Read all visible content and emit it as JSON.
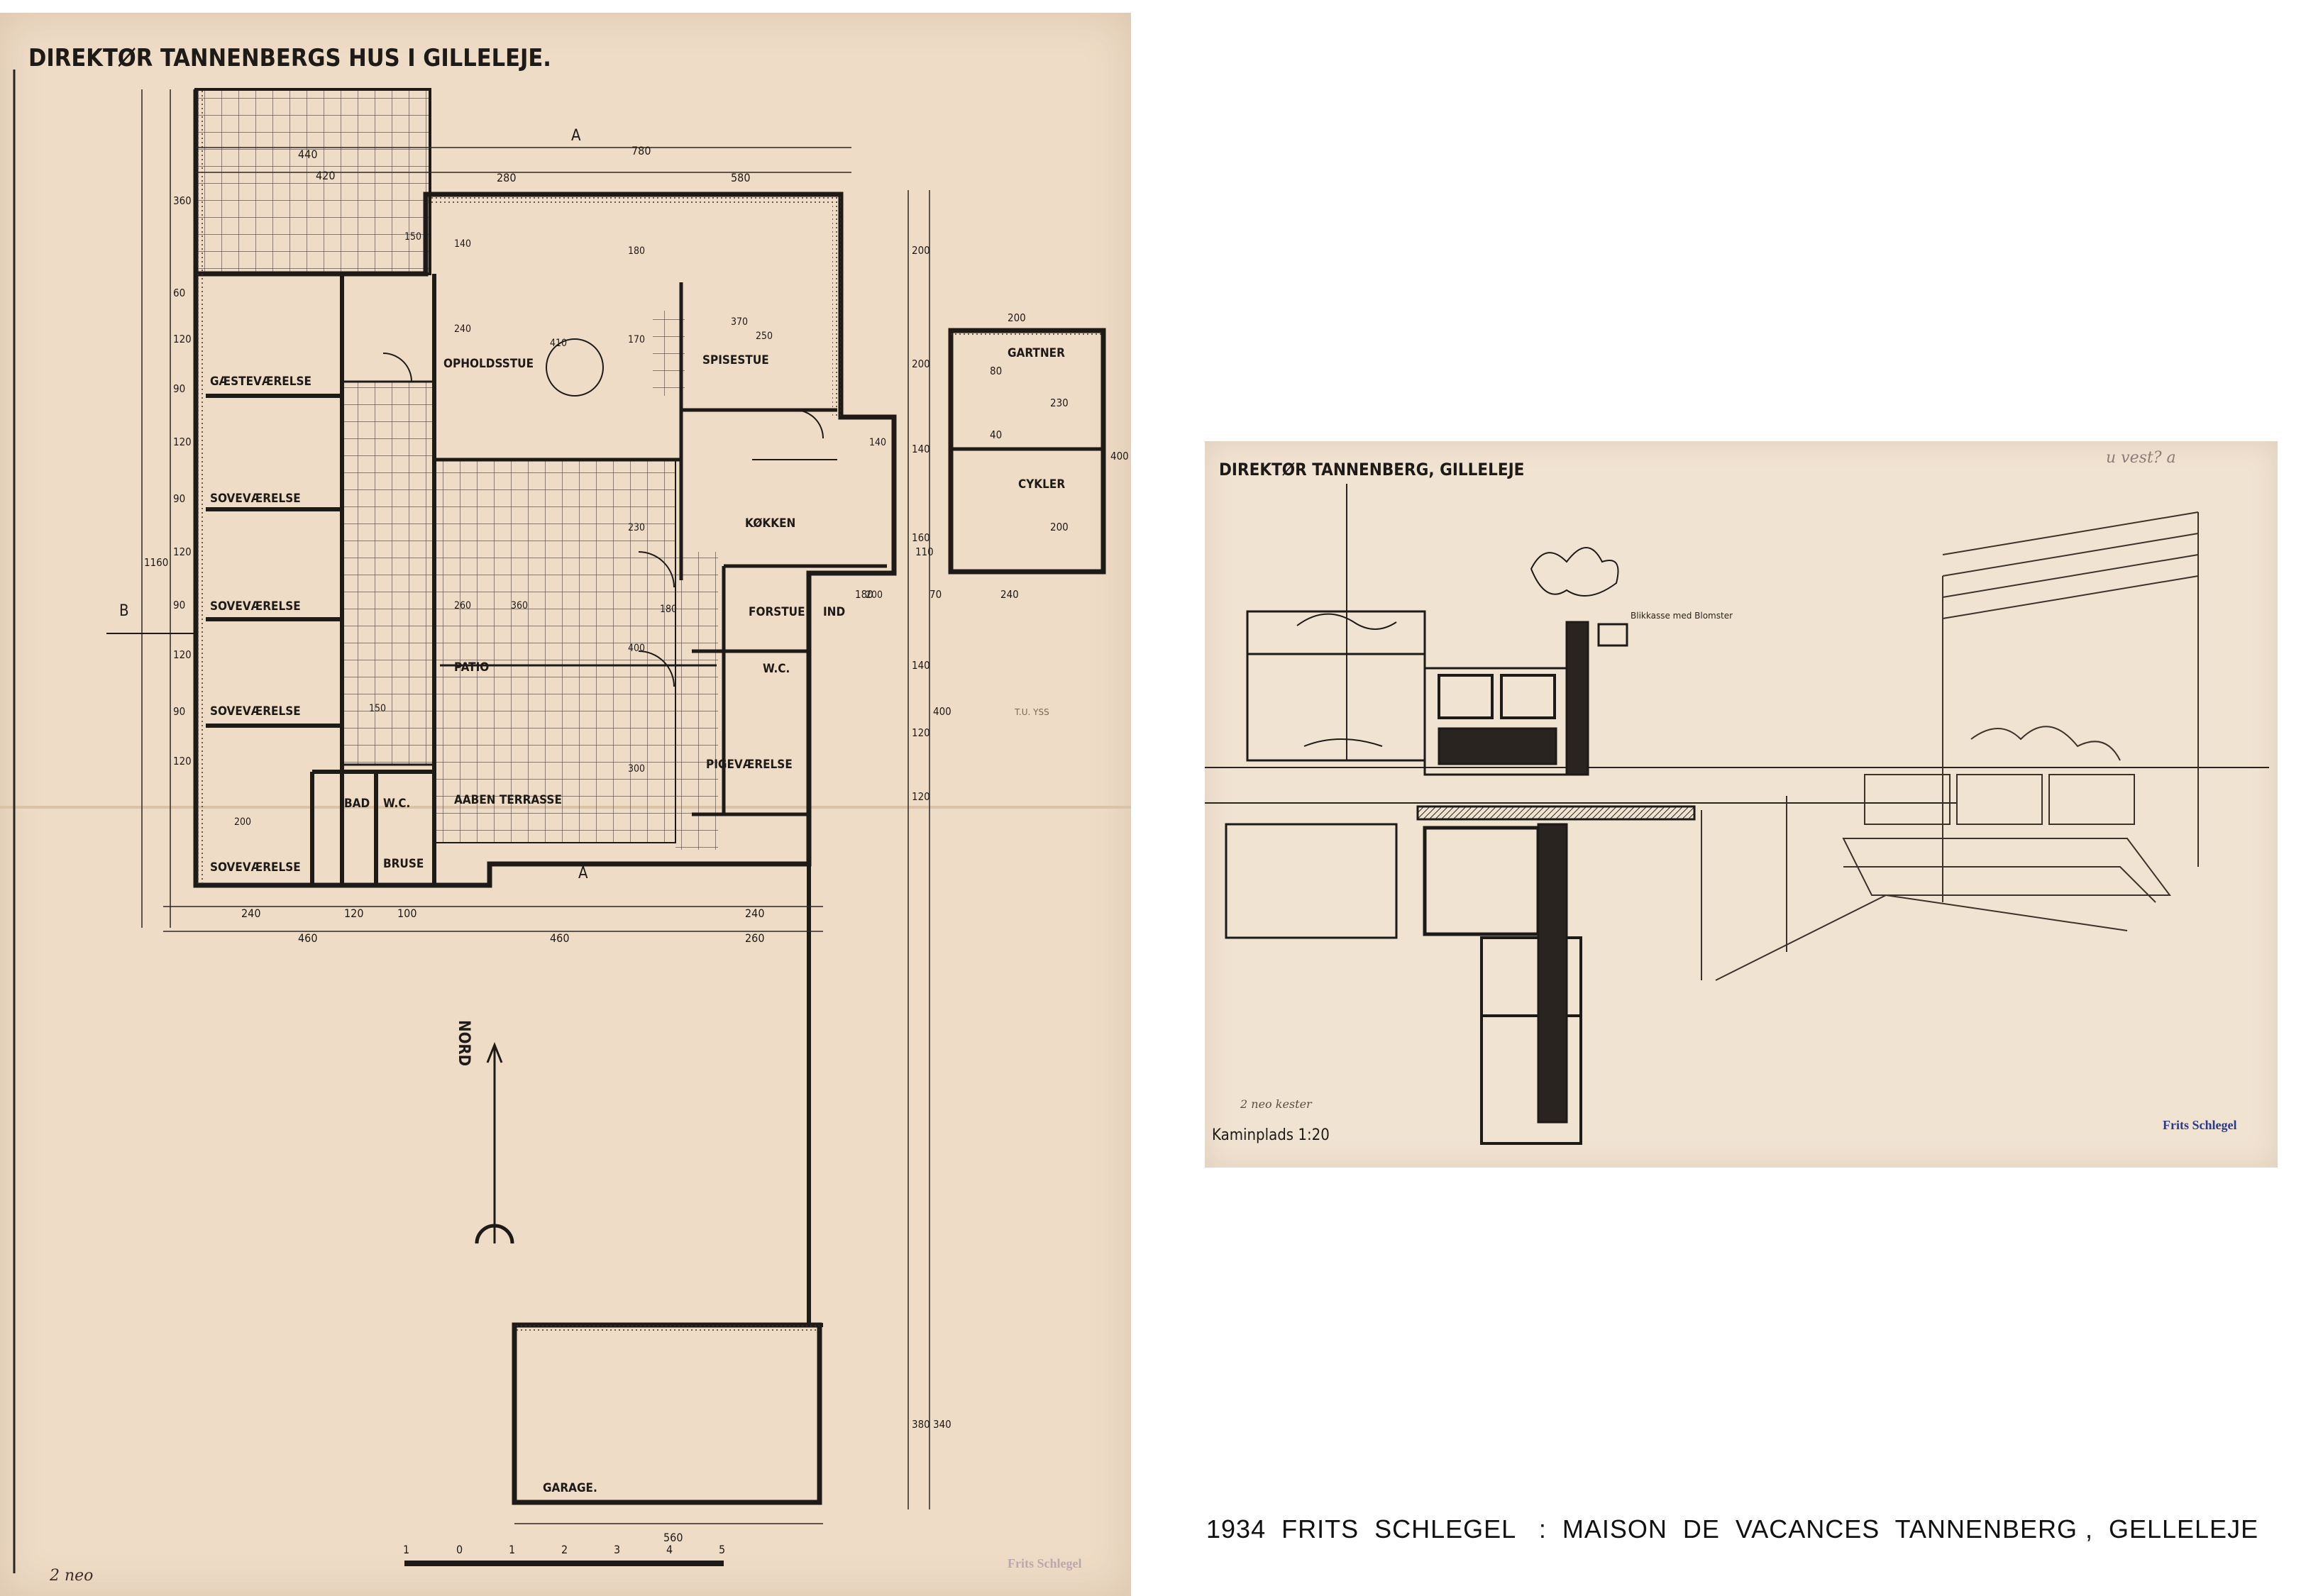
{
  "caption": "1934  FRITS  SCHLEGEL   :  MAISON  DE  VACANCES  TANNENBERG ,  GELLELEJE",
  "plan": {
    "title": "DIREKTØR TANNENBERGS HUS I GILLELEJE.",
    "rooms": {
      "opholdsstue": "OPHOLDSSTUE",
      "spisestue": "SPISESTUE",
      "koekken": "KØKKEN",
      "gaestevaerelse": "GÆSTEVÆRELSE",
      "sovevaerelse1": "SOVEVÆRELSE",
      "sovevaerelse2": "SOVEVÆRELSE",
      "sovevaerelse3": "SOVEVÆRELSE",
      "sovevaerelse4": "SOVEVÆRELSE",
      "patio": "PATIO",
      "aaben_terrasse": "AABEN TERRASSE",
      "forstue": "FORSTUE",
      "pigevaerelse": "PIGEVÆRELSE",
      "gartner": "GARTNER",
      "cykler": "CYKLER",
      "garage": "GARAGE.",
      "bad": "BAD",
      "wc1": "W.C.",
      "wc2": "W.C.",
      "bruse": "BRUSE",
      "ind": "IND"
    },
    "section_marks": {
      "a_top": "A",
      "a_bottom": "A",
      "b": "B"
    },
    "north": "NORD",
    "dimensions": {
      "top": [
        "440",
        "420",
        "280",
        "780",
        "580"
      ],
      "bottom": [
        "240",
        "120",
        "100",
        "460",
        "460",
        "240",
        "260"
      ],
      "garage_width": "560",
      "left": [
        "360",
        "60",
        "120",
        "90",
        "120",
        "90",
        "120",
        "90",
        "120",
        "90",
        "120",
        "1160"
      ],
      "right": [
        "200",
        "200",
        "140",
        "160",
        "140",
        "400",
        "120",
        "120",
        "340",
        "380"
      ],
      "gartner": [
        "200",
        "80",
        "230",
        "40",
        "200",
        "400",
        "240",
        "110",
        "70",
        "180"
      ],
      "inner": [
        "150",
        "140",
        "180",
        "170",
        "250",
        "370",
        "410",
        "240",
        "260",
        "300",
        "360",
        "400",
        "180",
        "230",
        "200",
        "150",
        "200",
        "140"
      ]
    },
    "scale_numbers": [
      "1",
      "0",
      "1",
      "2",
      "3",
      "4",
      "5"
    ],
    "notes": {
      "margin": "2 neo",
      "side": "T.U.\nYSS",
      "stamp": "Frits Schlegel"
    }
  },
  "detail": {
    "title": "DIREKTØR TANNENBERG, GILLELEJE",
    "label": "Kaminplads 1:20",
    "note": "2 neo  kester",
    "corner_note": "u vest? a",
    "stamp": "Frits Schlegel",
    "annotation": "Blikkasse med Blomster"
  }
}
